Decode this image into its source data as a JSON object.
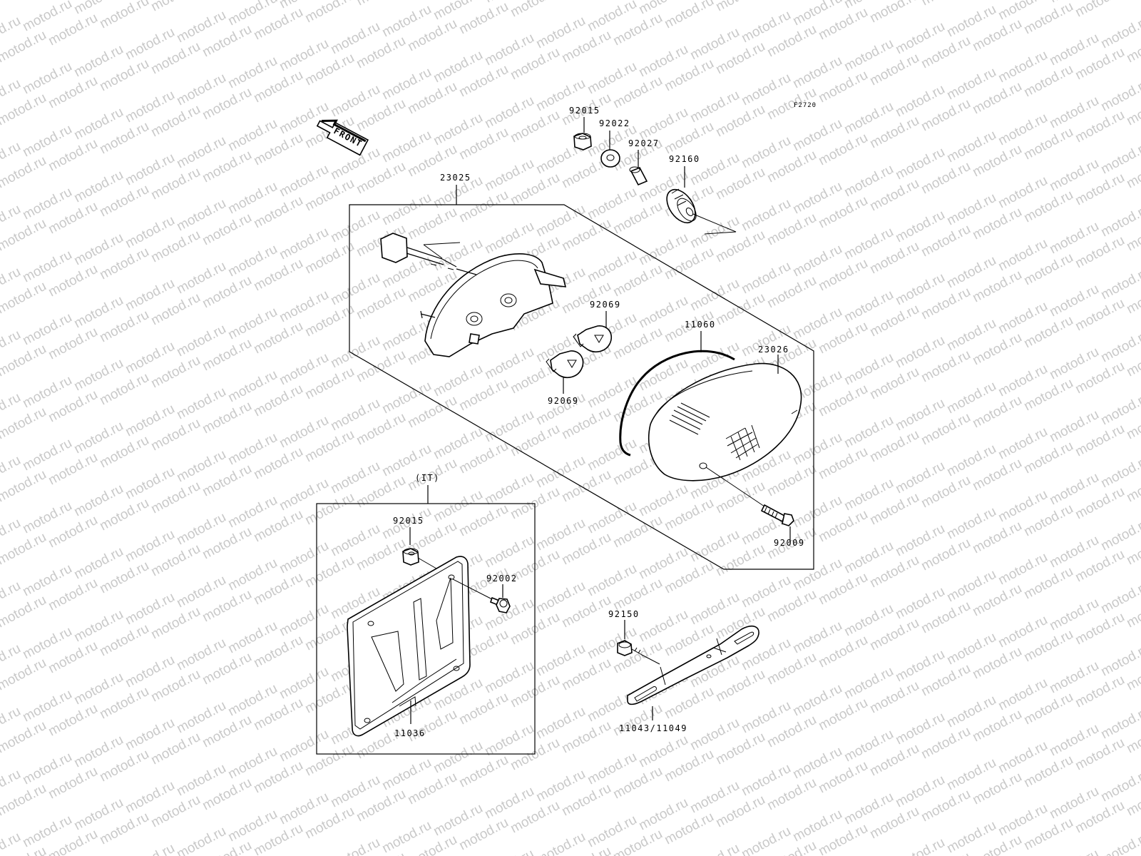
{
  "diagram": {
    "code": "F2720",
    "watermark": "motod.ru",
    "front_label": "FRONT",
    "region_label": "(IT)",
    "parts": {
      "p92015_top": "92015",
      "p92022": "92022",
      "p92027": "92027",
      "p92160": "92160",
      "p23025": "23025",
      "p92069_top": "92069",
      "p92069_bottom": "92069",
      "p11060": "11060",
      "p23026": "23026",
      "p92009": "92009",
      "p92015_bottom": "92015",
      "p92002": "92002",
      "p11036": "11036",
      "p92150": "92150",
      "p11043": "11043/11049"
    }
  }
}
